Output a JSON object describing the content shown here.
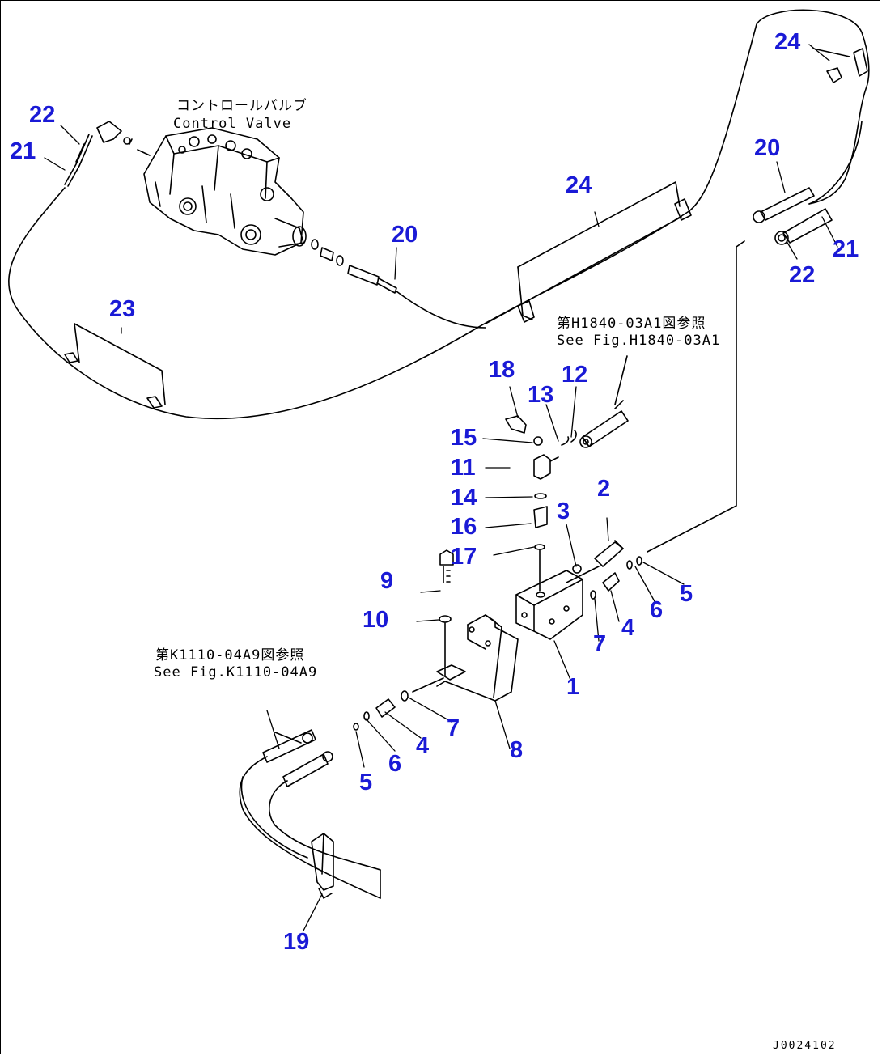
{
  "diagram": {
    "callouts": [
      "1",
      "2",
      "3",
      "4",
      "5",
      "6",
      "7",
      "8",
      "9",
      "10",
      "11",
      "12",
      "13",
      "14",
      "15",
      "16",
      "17",
      "18",
      "19",
      "20",
      "21",
      "22",
      "23",
      "24"
    ],
    "callouts_repeat": {
      "4": "4",
      "5": "5",
      "6": "6",
      "7": "7",
      "20": "20",
      "21": "21",
      "22": "22",
      "24": "24"
    },
    "notes": {
      "control_valve_jp": "コントロールバルブ",
      "control_valve_en": "Control Valve",
      "ref_h1840_jp": "第H1840-03A1図参照",
      "ref_h1840_en": "See Fig.H1840-03A1",
      "ref_k1110_jp": "第K1110-04A9図参照",
      "ref_k1110_en": "See Fig.K1110-04A9"
    },
    "drawing_code": "J0024102"
  }
}
